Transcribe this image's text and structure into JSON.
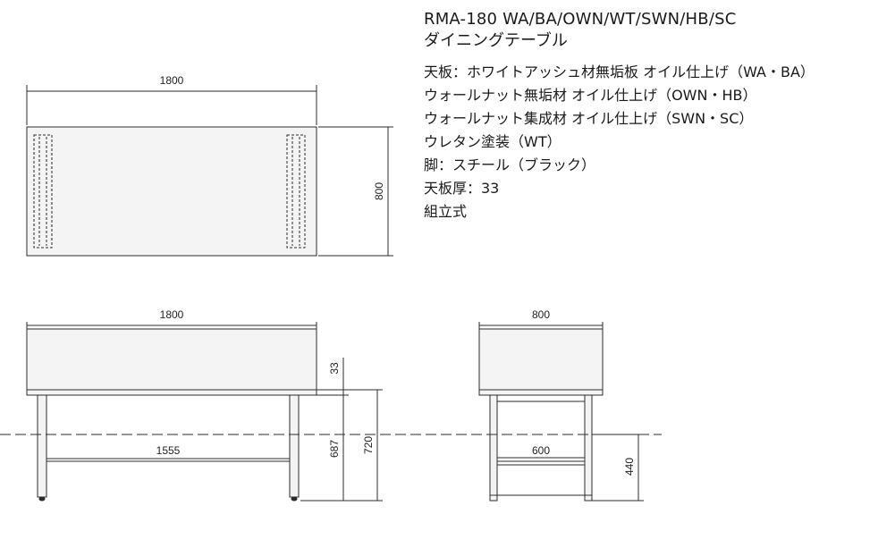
{
  "header": {
    "model": "RMA-180 WA/BA/OWN/WT/SWN/HB/SC",
    "product_name": "ダイニングテーブル"
  },
  "specs": [
    "天板：ホワイトアッシュ材無垢板 オイル仕上げ（WA・BA）",
    "ウォールナット無垢材 オイル仕上げ（OWN・HB）",
    "ウォールナット集成材 オイル仕上げ（SWN・SC）",
    "ウレタン塗装（WT）",
    "脚：スチール（ブラック）",
    "天板厚：33",
    "組立式"
  ],
  "dimensions": {
    "top_view_width": "1800",
    "top_view_depth": "800",
    "front_view_width": "1800",
    "front_inner_width": "1555",
    "top_thickness": "33",
    "clearance_height": "687",
    "total_height": "720",
    "side_view_depth": "800",
    "side_inner_depth": "600",
    "stretcher_height": "440"
  },
  "colors": {
    "line": "#2b2b2b",
    "fill": "#f4f4f4"
  }
}
